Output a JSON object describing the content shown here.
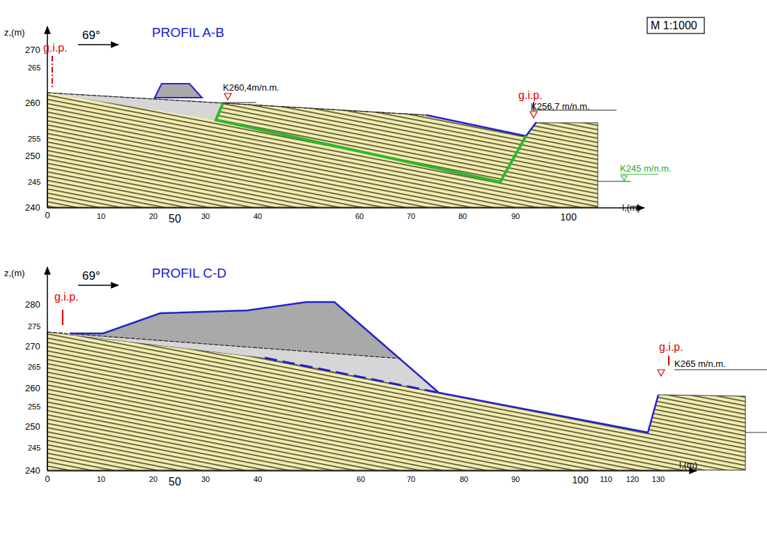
{
  "diagram": {
    "labels": [
      "z,(m)",
      "69°",
      "PROFIL A-B",
      "M 1:1000",
      "g.i.p.",
      "g.i.p.",
      "K260,4m/n.m.",
      "K256,7 m/n.m.",
      "K245 m/n.m.",
      "270",
      "265",
      "260",
      "255",
      "250",
      "245",
      "240",
      "0",
      "10",
      "20",
      "30",
      "40",
      "50",
      "60",
      "70",
      "80",
      "90",
      "100",
      "l,(m)",
      "z,(m)",
      "69°",
      "PROFIL C-D",
      "g.i.p.",
      "g.i.p.",
      "K265 m/n.m.",
      "280",
      "275",
      "270",
      "265",
      "260",
      "255",
      "250",
      "245",
      "240",
      "0",
      "10",
      "20",
      "30",
      "40",
      "50",
      "60",
      "70",
      "80",
      "90",
      "100",
      "110",
      "120",
      "130",
      "l,(m)"
    ]
  }
}
